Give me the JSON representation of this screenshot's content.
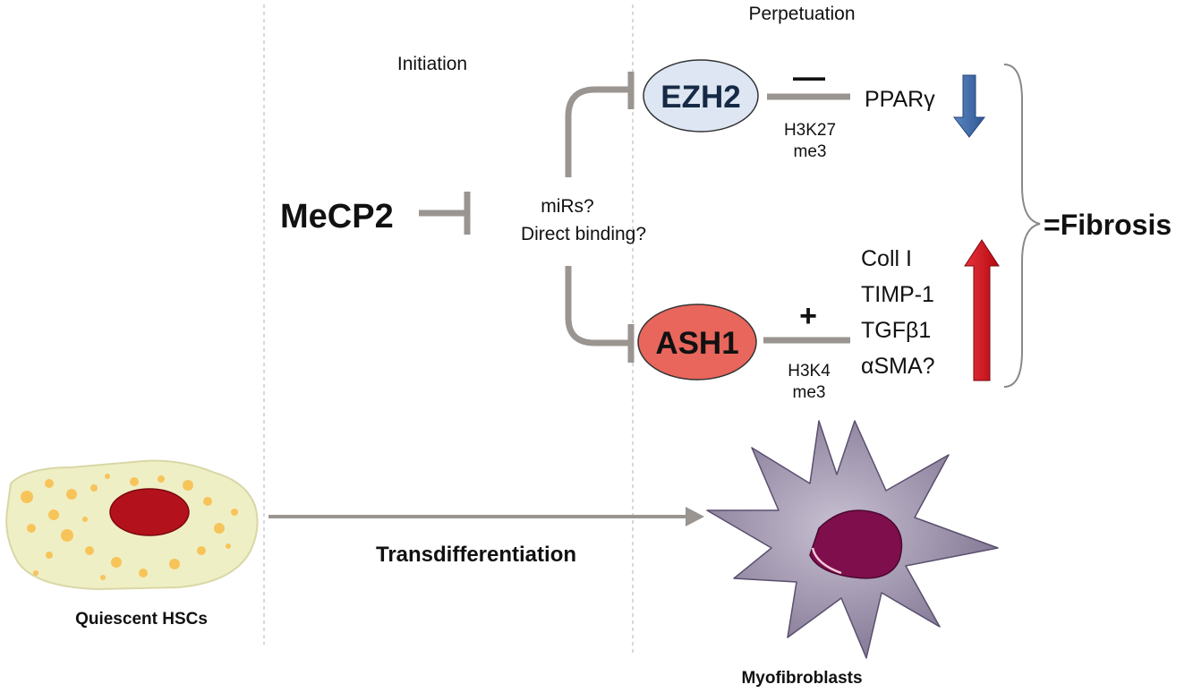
{
  "labels": {
    "initiation": "Initiation",
    "perpetuation": "Perpetuation",
    "mecp2": "MeCP2",
    "mirs": "miRs?",
    "direct_binding": "Direct binding?",
    "ezh2": "EZH2",
    "ash1": "ASH1",
    "minus_sign": "—",
    "plus_sign": "+",
    "h3k27_line1": "H3K27",
    "h3k27_line2": "me3",
    "h3k4_line1": "H3K4",
    "h3k4_line2": "me3",
    "pparg": "PPARγ",
    "coll1": "Coll I",
    "timp1": "TIMP-1",
    "tgfb1": "TGFβ1",
    "asma": "αSMA?",
    "fibrosis": "=Fibrosis",
    "transdifferentiation": "Transdifferentiation",
    "quiescent": "Quiescent HSCs",
    "myofibroblasts": "Myofibroblasts"
  },
  "colors": {
    "inhibitor_line": "#9a9590",
    "ezh2_fill": "#dde6f2",
    "ash1_fill": "#e8665c",
    "down_arrow": "#3f6aa8",
    "up_arrow": "#d0101d",
    "hsc_body": "#efefc5",
    "hsc_nucleus": "#b3121c",
    "hsc_granules": "#f7c45a",
    "myofibroblast_body": "#9a8fa8",
    "myofibroblast_nucleus": "#7e0f4c"
  },
  "icons": {
    "down_arrow": "blue-down-arrow-icon",
    "up_arrow": "red-up-arrow-icon"
  }
}
